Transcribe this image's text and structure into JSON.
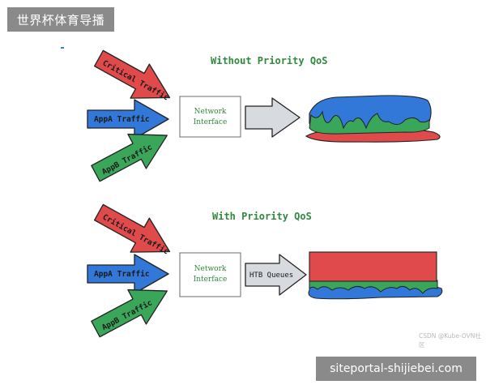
{
  "header": {
    "badge": "世界杯体育导播"
  },
  "section_without": {
    "title": "Without Priority QoS",
    "arrows": [
      "Critical Traffic",
      "AppA Traffic",
      "AppB Traffic"
    ],
    "interface_line1": "Network",
    "interface_line2": "Interface"
  },
  "section_with": {
    "title": "With Priority QoS",
    "arrows": [
      "Critical Traffic",
      "AppA Traffic",
      "AppB Traffic"
    ],
    "interface_line1": "Network",
    "interface_line2": "Interface",
    "queue_label": "HTB Queues"
  },
  "colors": {
    "critical": "#e04a4a",
    "appa": "#3178d8",
    "appb": "#3aa65a",
    "output_arrow": "#d7dbe0",
    "title_green": "#2f8a3c"
  },
  "footer": {
    "watermark": "CSDN @Kube-OVN社区",
    "site": "siteportal-shijiebei.com"
  }
}
